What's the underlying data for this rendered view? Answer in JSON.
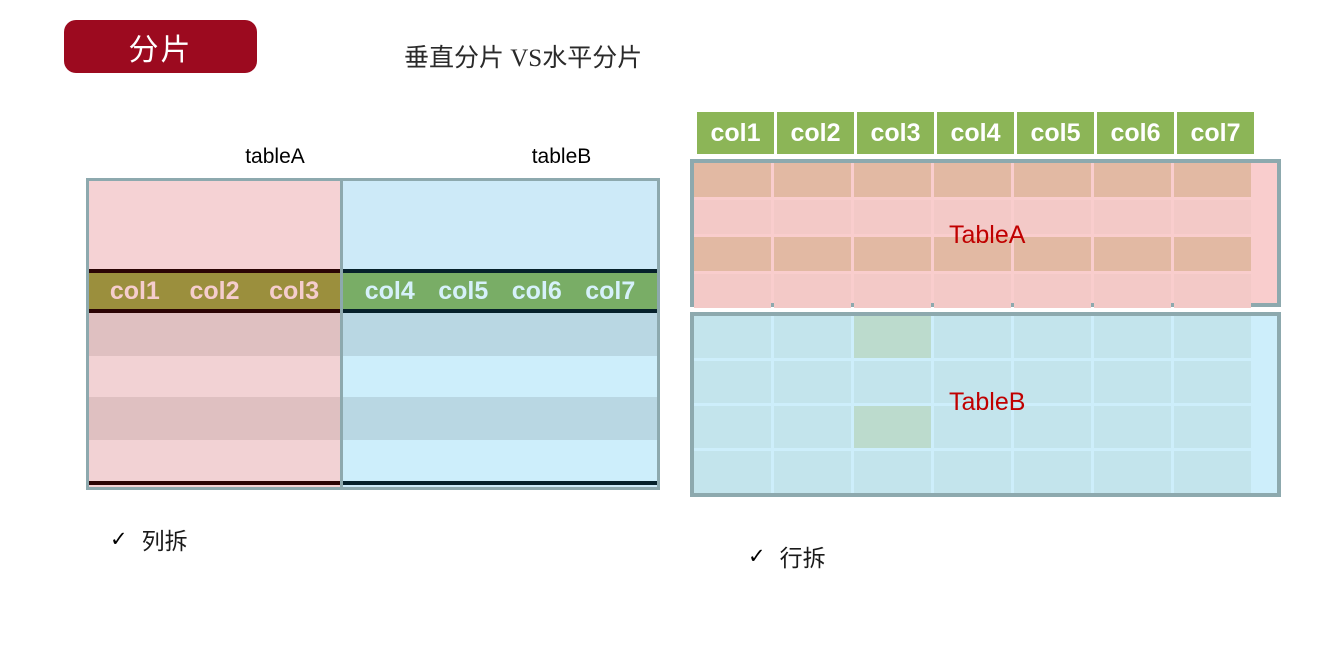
{
  "slide": {
    "badge_label": "分片",
    "subtitle": "垂直分片 VS水平分片",
    "badge_color": "#9c0a1f"
  },
  "vertical_sharding": {
    "caption_left": "tableA",
    "caption_right": "tableB",
    "left_columns": [
      "col1",
      "col2",
      "col3"
    ],
    "right_columns": [
      "col4",
      "col5",
      "col6",
      "col7"
    ],
    "left_band_color": "#9b8f3d",
    "right_band_color": "#79ad66",
    "left_fill_color": "#f5d2d4",
    "right_fill_color": "#cdeaf8",
    "note": "✓ 列拆",
    "note_check": "✓",
    "note_text": "列拆"
  },
  "horizontal_sharding": {
    "columns": [
      "col1",
      "col2",
      "col3",
      "col4",
      "col5",
      "col6",
      "col7"
    ],
    "header_color": "#8cb557",
    "table_a_label": "TableA",
    "table_b_label": "TableB",
    "table_a_fill": "#f9cdcd",
    "table_b_fill": "#cdeefb",
    "highlight_color": "#bcdbcd",
    "label_color": "#c00000",
    "note": "✓ 行拆",
    "note_check": "✓",
    "note_text": "行拆"
  }
}
